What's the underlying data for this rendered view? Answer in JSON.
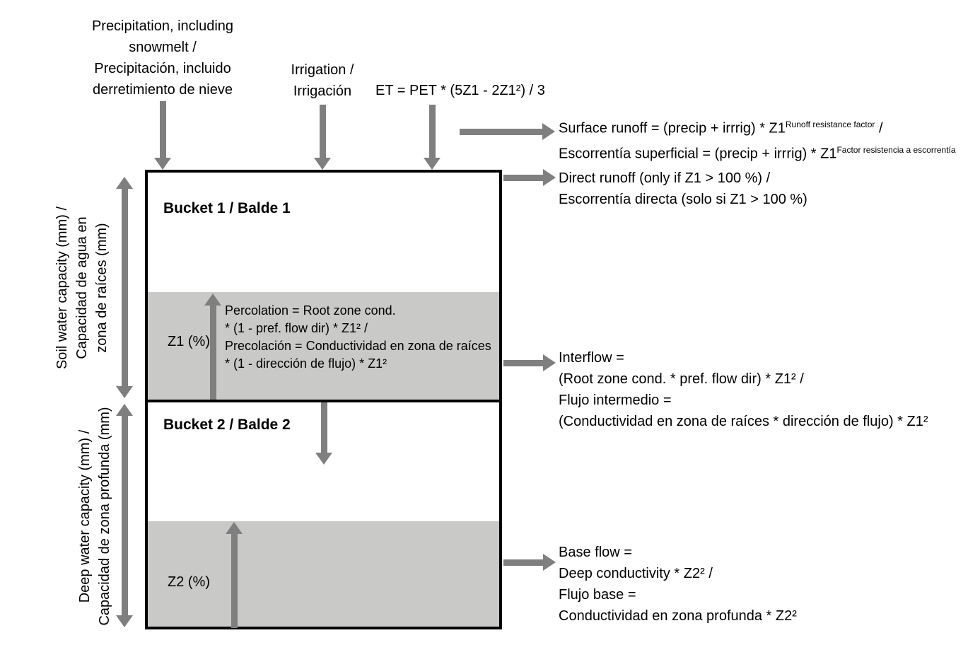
{
  "inputs": {
    "precipitation": {
      "lines": [
        "Precipitation, including",
        "snowmelt /",
        "Precipitación, incluido",
        "derretimiento de nieve"
      ]
    },
    "irrigation": {
      "lines": [
        "Irrigation /",
        "Irrigación"
      ]
    },
    "et_formula": "ET = PET * (5Z1 - 2Z1²) / 3"
  },
  "buckets": {
    "bucket1_label": "Bucket 1 / Balde 1",
    "bucket2_label": "Bucket 2 / Balde 2",
    "z1_label": "Z1 (%)",
    "z2_label": "Z2 (%)"
  },
  "percolation": {
    "lines": [
      "Percolation = Root zone cond.",
      "* (1 - pref. flow dir) * Z1² /",
      "Precolación = Conductividad en zona de raíces",
      "* (1 - dirección de flujo) * Z1²"
    ]
  },
  "outflows": {
    "surface_runoff": {
      "line1_base": "Surface runoff = (precip + irrrig) * Z1",
      "line1_sup": "Runoff resistance factor",
      "line1_tail": " /",
      "line2_base": "Escorrentía superficial = (precip + irrrig) * Z1",
      "line2_sup": "Factor resistencia a escorrentía"
    },
    "direct_runoff": {
      "lines": [
        "Direct runoff (only if Z1 > 100 %) /",
        "Escorrentía directa (solo si Z1 > 100 %)"
      ]
    },
    "interflow": {
      "lines": [
        "Interflow =",
        "(Root zone cond. * pref. flow dir) * Z1² /",
        "Flujo intermedio =",
        "(Conductividad en zona de raíces * dirección de flujo) * Z1²"
      ]
    },
    "base_flow": {
      "lines": [
        "Base flow =",
        "Deep conductivity * Z2² /",
        "Flujo base =",
        "Conductividad en zona profunda * Z2²"
      ]
    }
  },
  "capacity_labels": {
    "soil": {
      "lines": [
        "Soil water capacity (mm) /",
        "Capacidad de agua en",
        "zona de raíces (mm)"
      ]
    },
    "deep": {
      "lines": [
        "Deep water capacity (mm) /",
        "Capacidad de zona profunda (mm)"
      ]
    }
  },
  "colors": {
    "arrow": "#7f7f7f",
    "band": "#c9c9c7",
    "outline": "#000000",
    "background": "#ffffff"
  }
}
